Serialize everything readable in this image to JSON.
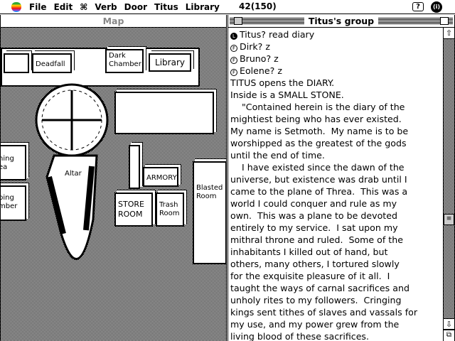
{
  "menubar": {
    "items": [
      "File",
      "Edit",
      "⌘",
      "Verb",
      "Door",
      "Titus",
      "Library"
    ],
    "count": "42(150)",
    "help_icon": "?",
    "app_icon": "(i)"
  },
  "map_window": {
    "title": "Map",
    "rooms": [
      {
        "name": "Deadfall"
      },
      {
        "name": "Dark Chamber"
      },
      {
        "name": "Library"
      },
      {
        "name": "Altar"
      },
      {
        "name": "ARMORY"
      },
      {
        "name": "STORE ROOM"
      },
      {
        "name": "Trash Room"
      },
      {
        "name": "Blasted Room"
      },
      {
        "name": "ning ea"
      },
      {
        "name": "ping mber"
      }
    ]
  },
  "text_window": {
    "title": "Titus's group",
    "prompts": [
      {
        "icon": "L",
        "active": true,
        "text": "Titus? read diary"
      },
      {
        "icon": "F",
        "active": false,
        "text": "Dirk? z"
      },
      {
        "icon": "F",
        "active": false,
        "text": "Bruno? z"
      },
      {
        "icon": "F",
        "active": false,
        "text": "Eolene? z"
      }
    ],
    "lines": [
      "TITUS opens the DIARY.",
      "Inside is a SMALL STONE.",
      "    \"Contained herein is the diary of the",
      "mightiest being who has ever existed.",
      "My name is Setmoth.  My name is to be",
      "worshipped as the greatest of the gods",
      "until the end of time.",
      "    I have existed since the dawn of the",
      "universe, but existence was drab until I",
      "came to the plane of Threa.  This was a",
      "world I could conquer and rule as my",
      "own.  This was a plane to be devoted",
      "entirely to my service.  I sat upon my",
      "mithral throne and ruled.  Some of the",
      "inhabitants I killed out of hand, but",
      "others, many others, I tortured slowly",
      "for the exquisite pleasure of it all.  I",
      "taught the ways of carnal sacrifices and",
      "unholy rites to my followers.  Cringing",
      "kings sent tithes of slaves and vassals for",
      "my use, and my power grew from the",
      "living blood of these sacrifices."
    ]
  }
}
